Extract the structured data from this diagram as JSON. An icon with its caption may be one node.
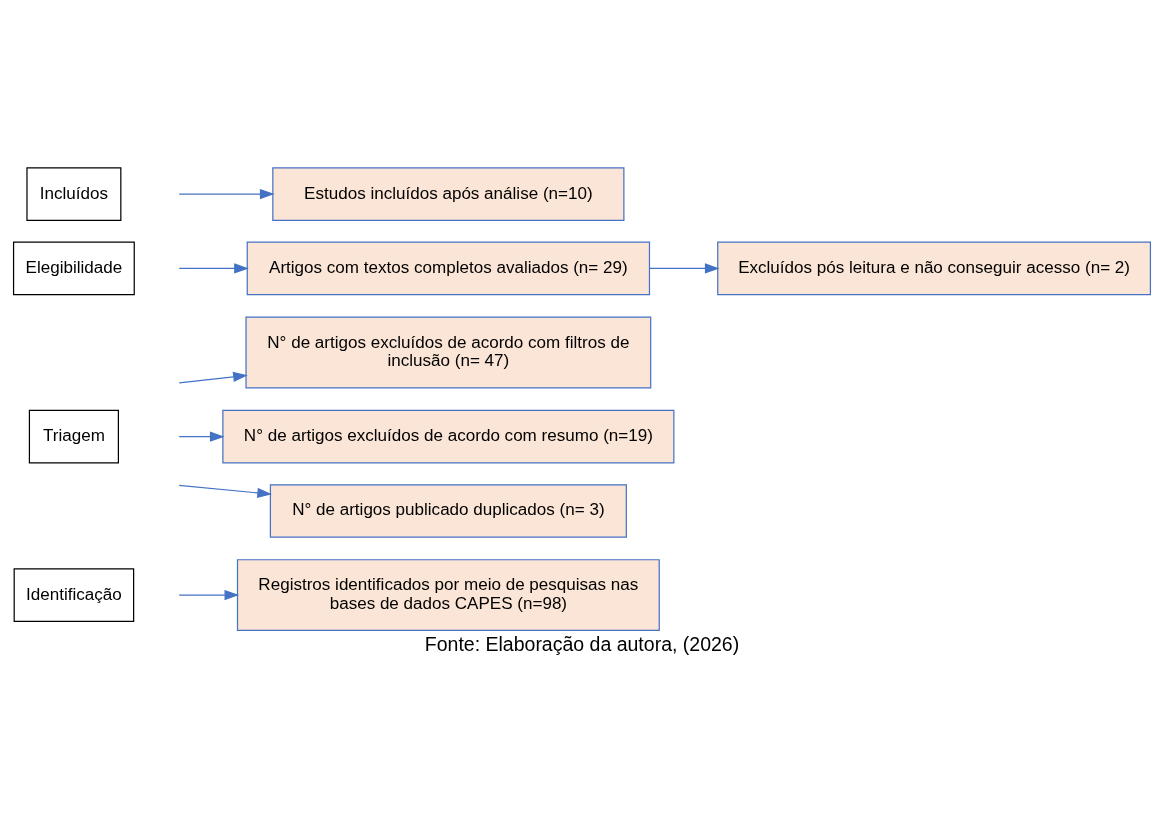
{
  "diagram": {
    "caption": "Fonte: Elaboração da autora, (2026)",
    "nodes": [
      {
        "text": [
          "Identificação"
        ]
      },
      {
        "text": [
          "Registros identificados por meio de pesquisas nas bases de dados CAPES (n=98)"
        ]
      },
      {
        "text": [
          "Triagem"
        ]
      },
      {
        "text": [
          "N° de artigos excluídos de acordo com filtros de inclusão (n= 47)"
        ]
      },
      {
        "text": [
          "N° de artigos excluídos de acordo com resumo (n=19)"
        ]
      },
      {
        "text": [
          "N° de artigos publicado duplicados (n= 3)"
        ]
      },
      {
        "text": [
          "Elegibilidade"
        ]
      },
      {
        "text": [
          "Artigos com textos completos avaliados (n= 29)"
        ]
      },
      {
        "text": [
          "Excluídos pós leitura e não conseguir acesso (n= 2)"
        ]
      },
      {
        "text": [
          "Incluídos"
        ]
      },
      {
        "text": [
          "Estudos incluídos após análise (n=10)"
        ]
      }
    ],
    "edges": [
      {
        "from": null,
        "to": 1,
        "arrow": "to"
      },
      {
        "from": null,
        "to": 3,
        "arrow": "to"
      },
      {
        "from": null,
        "to": 4,
        "arrow": "to"
      },
      {
        "from": null,
        "to": 5,
        "arrow": "to"
      },
      {
        "from": null,
        "to": 7,
        "arrow": "to"
      },
      {
        "from": 7,
        "to": 8,
        "arrow": "to"
      },
      {
        "from": null,
        "to": 10,
        "arrow": "to"
      }
    ]
  }
}
